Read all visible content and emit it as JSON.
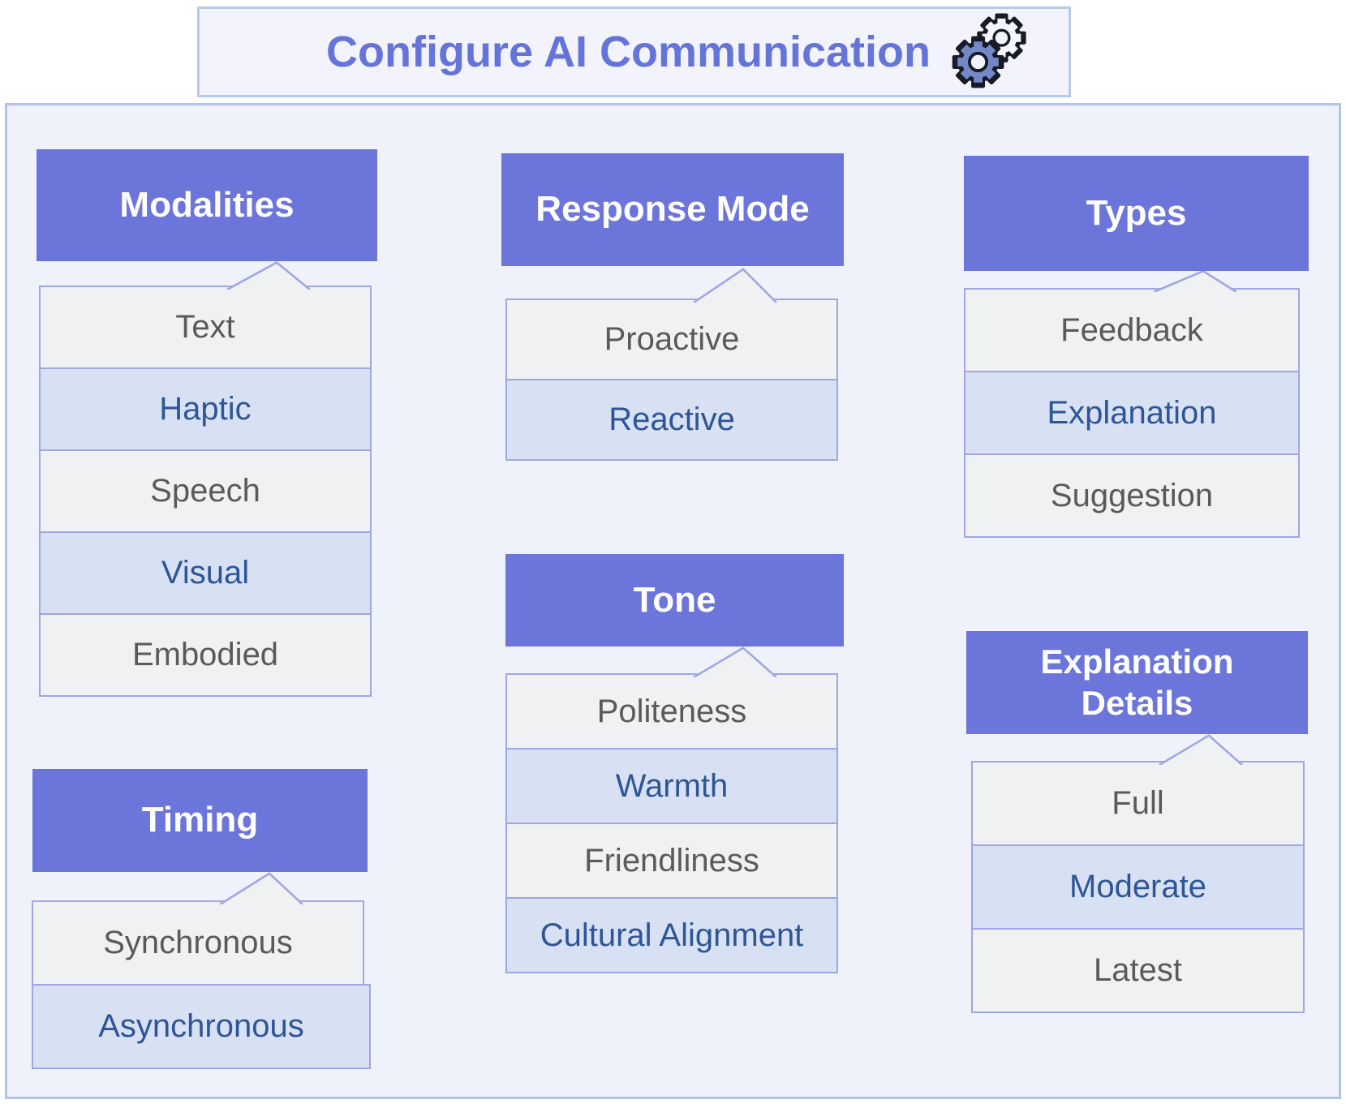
{
  "title_bar": {
    "title": "Configure AI Communication",
    "icon": "gears-icon"
  },
  "colors": {
    "header_bg": "#6C76DA",
    "header_text": "#FFFFFF",
    "item_bg": "#F0F1F2",
    "item_text": "#5A5A5A",
    "selected_bg": "#D8E1F4",
    "selected_text": "#2E5596",
    "item_border": "#9FA7E0",
    "panel_bg": "#F0F2FB",
    "panel_border": "#AFC4E6",
    "titlebar_bg": "#F2F3FC",
    "titlebar_border": "#B9CAE6",
    "title_text": "#6474D9",
    "gear_front_fill": "#7289C6",
    "gear_back_fill": "#F4F5FD",
    "gear_outline": "#181B26"
  },
  "groups": [
    {
      "id": "modalities",
      "header": "Modalities",
      "items": [
        {
          "label": "Text",
          "selected": false
        },
        {
          "label": "Haptic",
          "selected": true
        },
        {
          "label": "Speech",
          "selected": false
        },
        {
          "label": "Visual",
          "selected": true
        },
        {
          "label": "Embodied",
          "selected": false
        }
      ]
    },
    {
      "id": "response-mode",
      "header": "Response Mode",
      "items": [
        {
          "label": "Proactive",
          "selected": false
        },
        {
          "label": "Reactive",
          "selected": true
        }
      ]
    },
    {
      "id": "types",
      "header": "Types",
      "items": [
        {
          "label": "Feedback",
          "selected": false
        },
        {
          "label": "Explanation",
          "selected": true
        },
        {
          "label": "Suggestion",
          "selected": false
        }
      ]
    },
    {
      "id": "tone",
      "header": "Tone",
      "items": [
        {
          "label": "Politeness",
          "selected": false
        },
        {
          "label": "Warmth",
          "selected": true
        },
        {
          "label": "Friendliness",
          "selected": false
        },
        {
          "label": "Cultural Alignment",
          "selected": true
        }
      ]
    },
    {
      "id": "timing",
      "header": "Timing",
      "items": [
        {
          "label": "Synchronous",
          "selected": false
        },
        {
          "label": "Asynchronous",
          "selected": true
        }
      ]
    },
    {
      "id": "explanation-details",
      "header": "Explanation Details",
      "items": [
        {
          "label": "Full",
          "selected": false
        },
        {
          "label": "Moderate",
          "selected": true
        },
        {
          "label": "Latest",
          "selected": false
        }
      ]
    }
  ]
}
